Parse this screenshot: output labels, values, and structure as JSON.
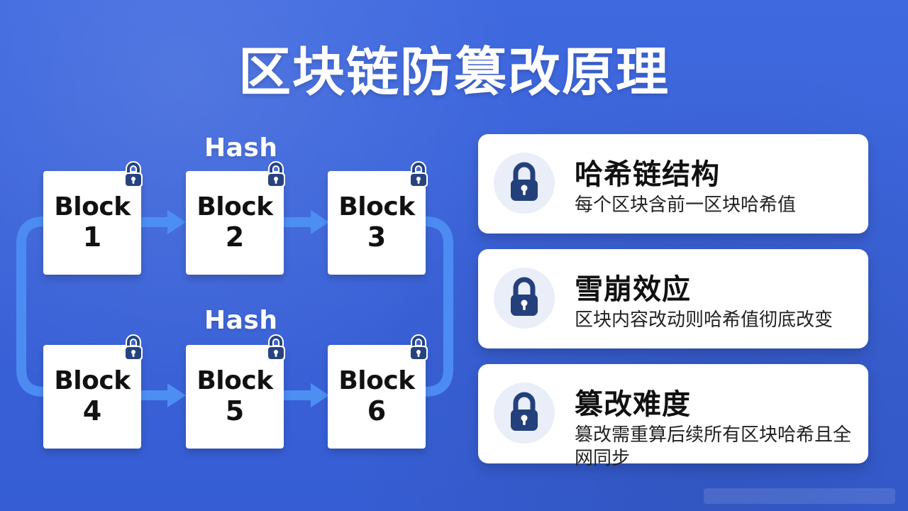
{
  "page": {
    "title": "区块链防篡改原理"
  },
  "diagram": {
    "hash_labels": [
      "Hash",
      "Hash"
    ],
    "blocks": [
      {
        "label": "Block",
        "number": "1"
      },
      {
        "label": "Block",
        "number": "2"
      },
      {
        "label": "Block",
        "number": "3"
      },
      {
        "label": "Block",
        "number": "4"
      },
      {
        "label": "Block",
        "number": "5"
      },
      {
        "label": "Block",
        "number": "6"
      }
    ]
  },
  "cards": [
    {
      "title": "哈希链结构",
      "description": "每个区块含前一区块哈希值",
      "icon": "lock-icon"
    },
    {
      "title": "雪崩效应",
      "description": "区块内容改动则哈希值彻底改变",
      "icon": "lock-icon"
    },
    {
      "title": "篡改难度",
      "description": "篡改需重算后续所有区块哈希且全网同步",
      "icon": "lock-icon"
    }
  ],
  "colors": {
    "background": "#3b63db",
    "arrow": "#4d8ef3",
    "lock_dark": "#27437f",
    "white": "#ffffff"
  }
}
